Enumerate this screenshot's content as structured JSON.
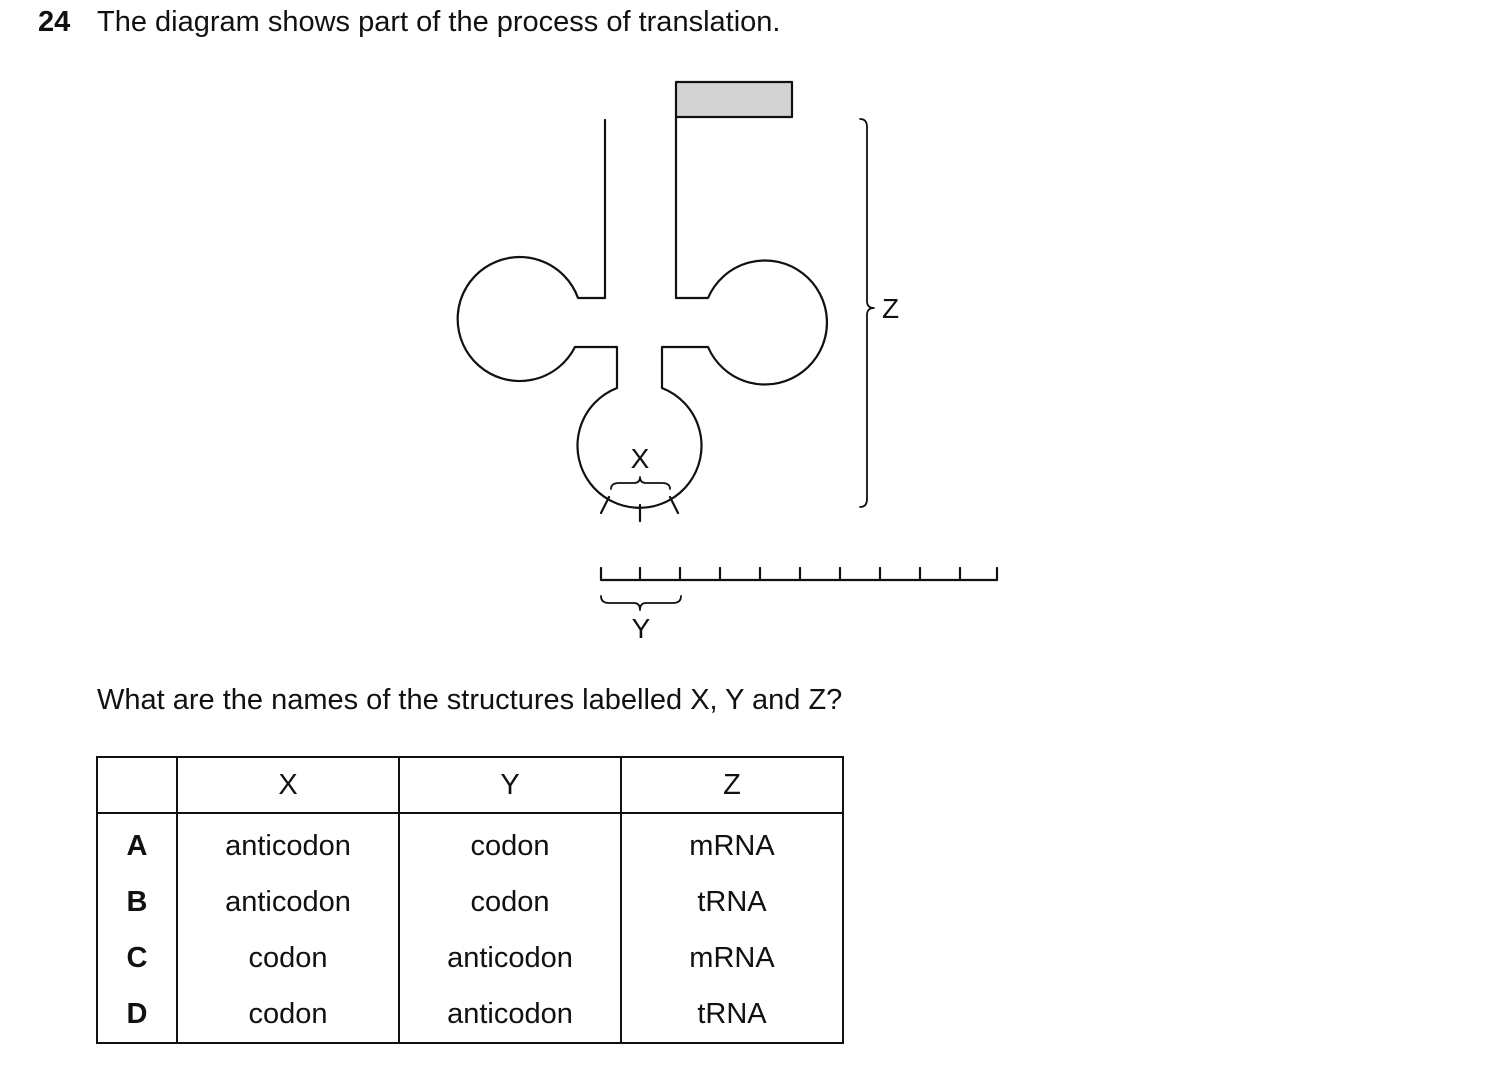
{
  "question": {
    "number": "24",
    "text": "The diagram shows part of the process of translation.",
    "prompt": "What are the names of the structures labelled X, Y and Z?"
  },
  "diagram": {
    "labels": {
      "x": "X",
      "y": "Y",
      "z": "Z"
    }
  },
  "table": {
    "headers": [
      "",
      "X",
      "Y",
      "Z"
    ],
    "rows": [
      {
        "letter": "A",
        "x": "anticodon",
        "y": "codon",
        "z": "mRNA"
      },
      {
        "letter": "B",
        "x": "anticodon",
        "y": "codon",
        "z": "tRNA"
      },
      {
        "letter": "C",
        "x": "codon",
        "y": "anticodon",
        "z": "mRNA"
      },
      {
        "letter": "D",
        "x": "codon",
        "y": "anticodon",
        "z": "tRNA"
      }
    ]
  }
}
